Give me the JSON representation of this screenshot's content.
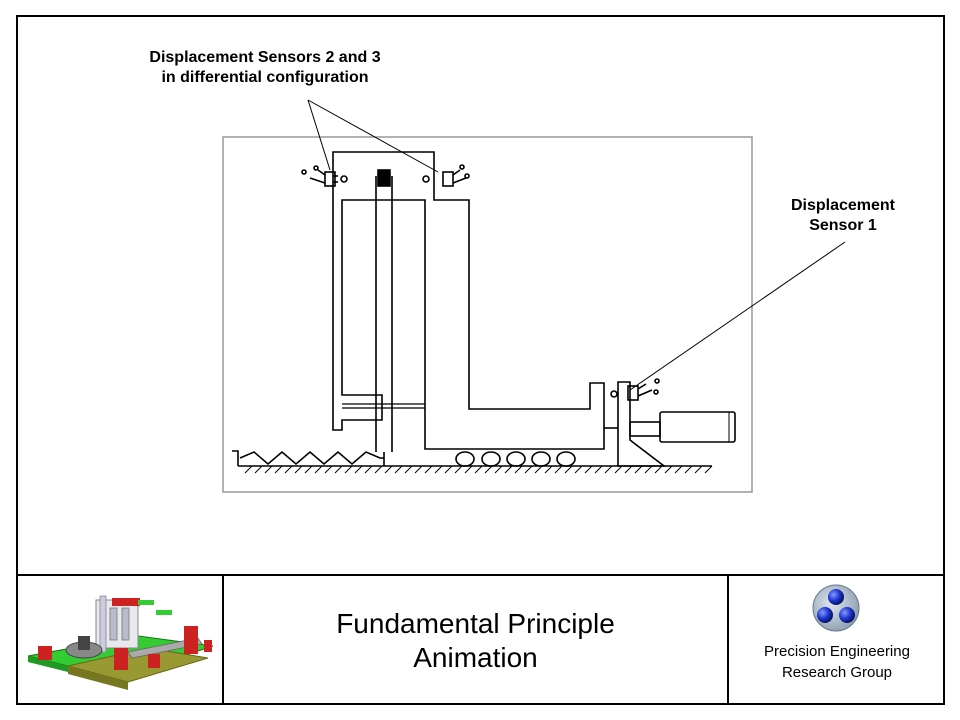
{
  "callouts": {
    "sensors_2_3": {
      "line1": "Displacement Sensors 2 and 3",
      "line2": "in differential configuration"
    },
    "sensor_1": {
      "line1": "Displacement",
      "line2": "Sensor 1"
    }
  },
  "footer": {
    "title_line1": "Fundamental Principle",
    "title_line2": "Animation",
    "group_line1": "Precision Engineering",
    "group_line2": "Research Group"
  },
  "colors": {
    "frame": "#000000",
    "background": "#ffffff",
    "thumbnail_green": "#33cc33",
    "thumbnail_red": "#cc2222",
    "thumbnail_olive": "#999933",
    "logo_blue": "#1a33cc",
    "logo_grey": "#8899aa"
  },
  "icons": {
    "logo": "three-sphere-logo-icon",
    "thumbnail": "machine-3d-thumbnail-icon"
  }
}
